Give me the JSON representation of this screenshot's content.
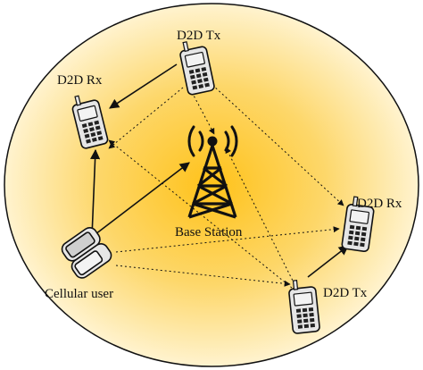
{
  "diagram": {
    "labels": {
      "d2d_tx_top": "D2D Tx",
      "d2d_rx_left": "D2D Rx",
      "d2d_rx_right": "D2D Rx",
      "d2d_tx_bottom": "D2D Tx",
      "base_station": "Base Station",
      "cellular_user": "Cellular user"
    },
    "colors": {
      "cell_center": "#ffc21a",
      "cell_mid": "#fdd76a",
      "cell_edge": "#fff3cf",
      "line": "#111111",
      "phone_body": "#e6e6e6",
      "phone_screen": "#f3f3f3"
    },
    "icons": [
      "phone-icon",
      "cell-tower-icon",
      "flip-phone-icon"
    ]
  }
}
